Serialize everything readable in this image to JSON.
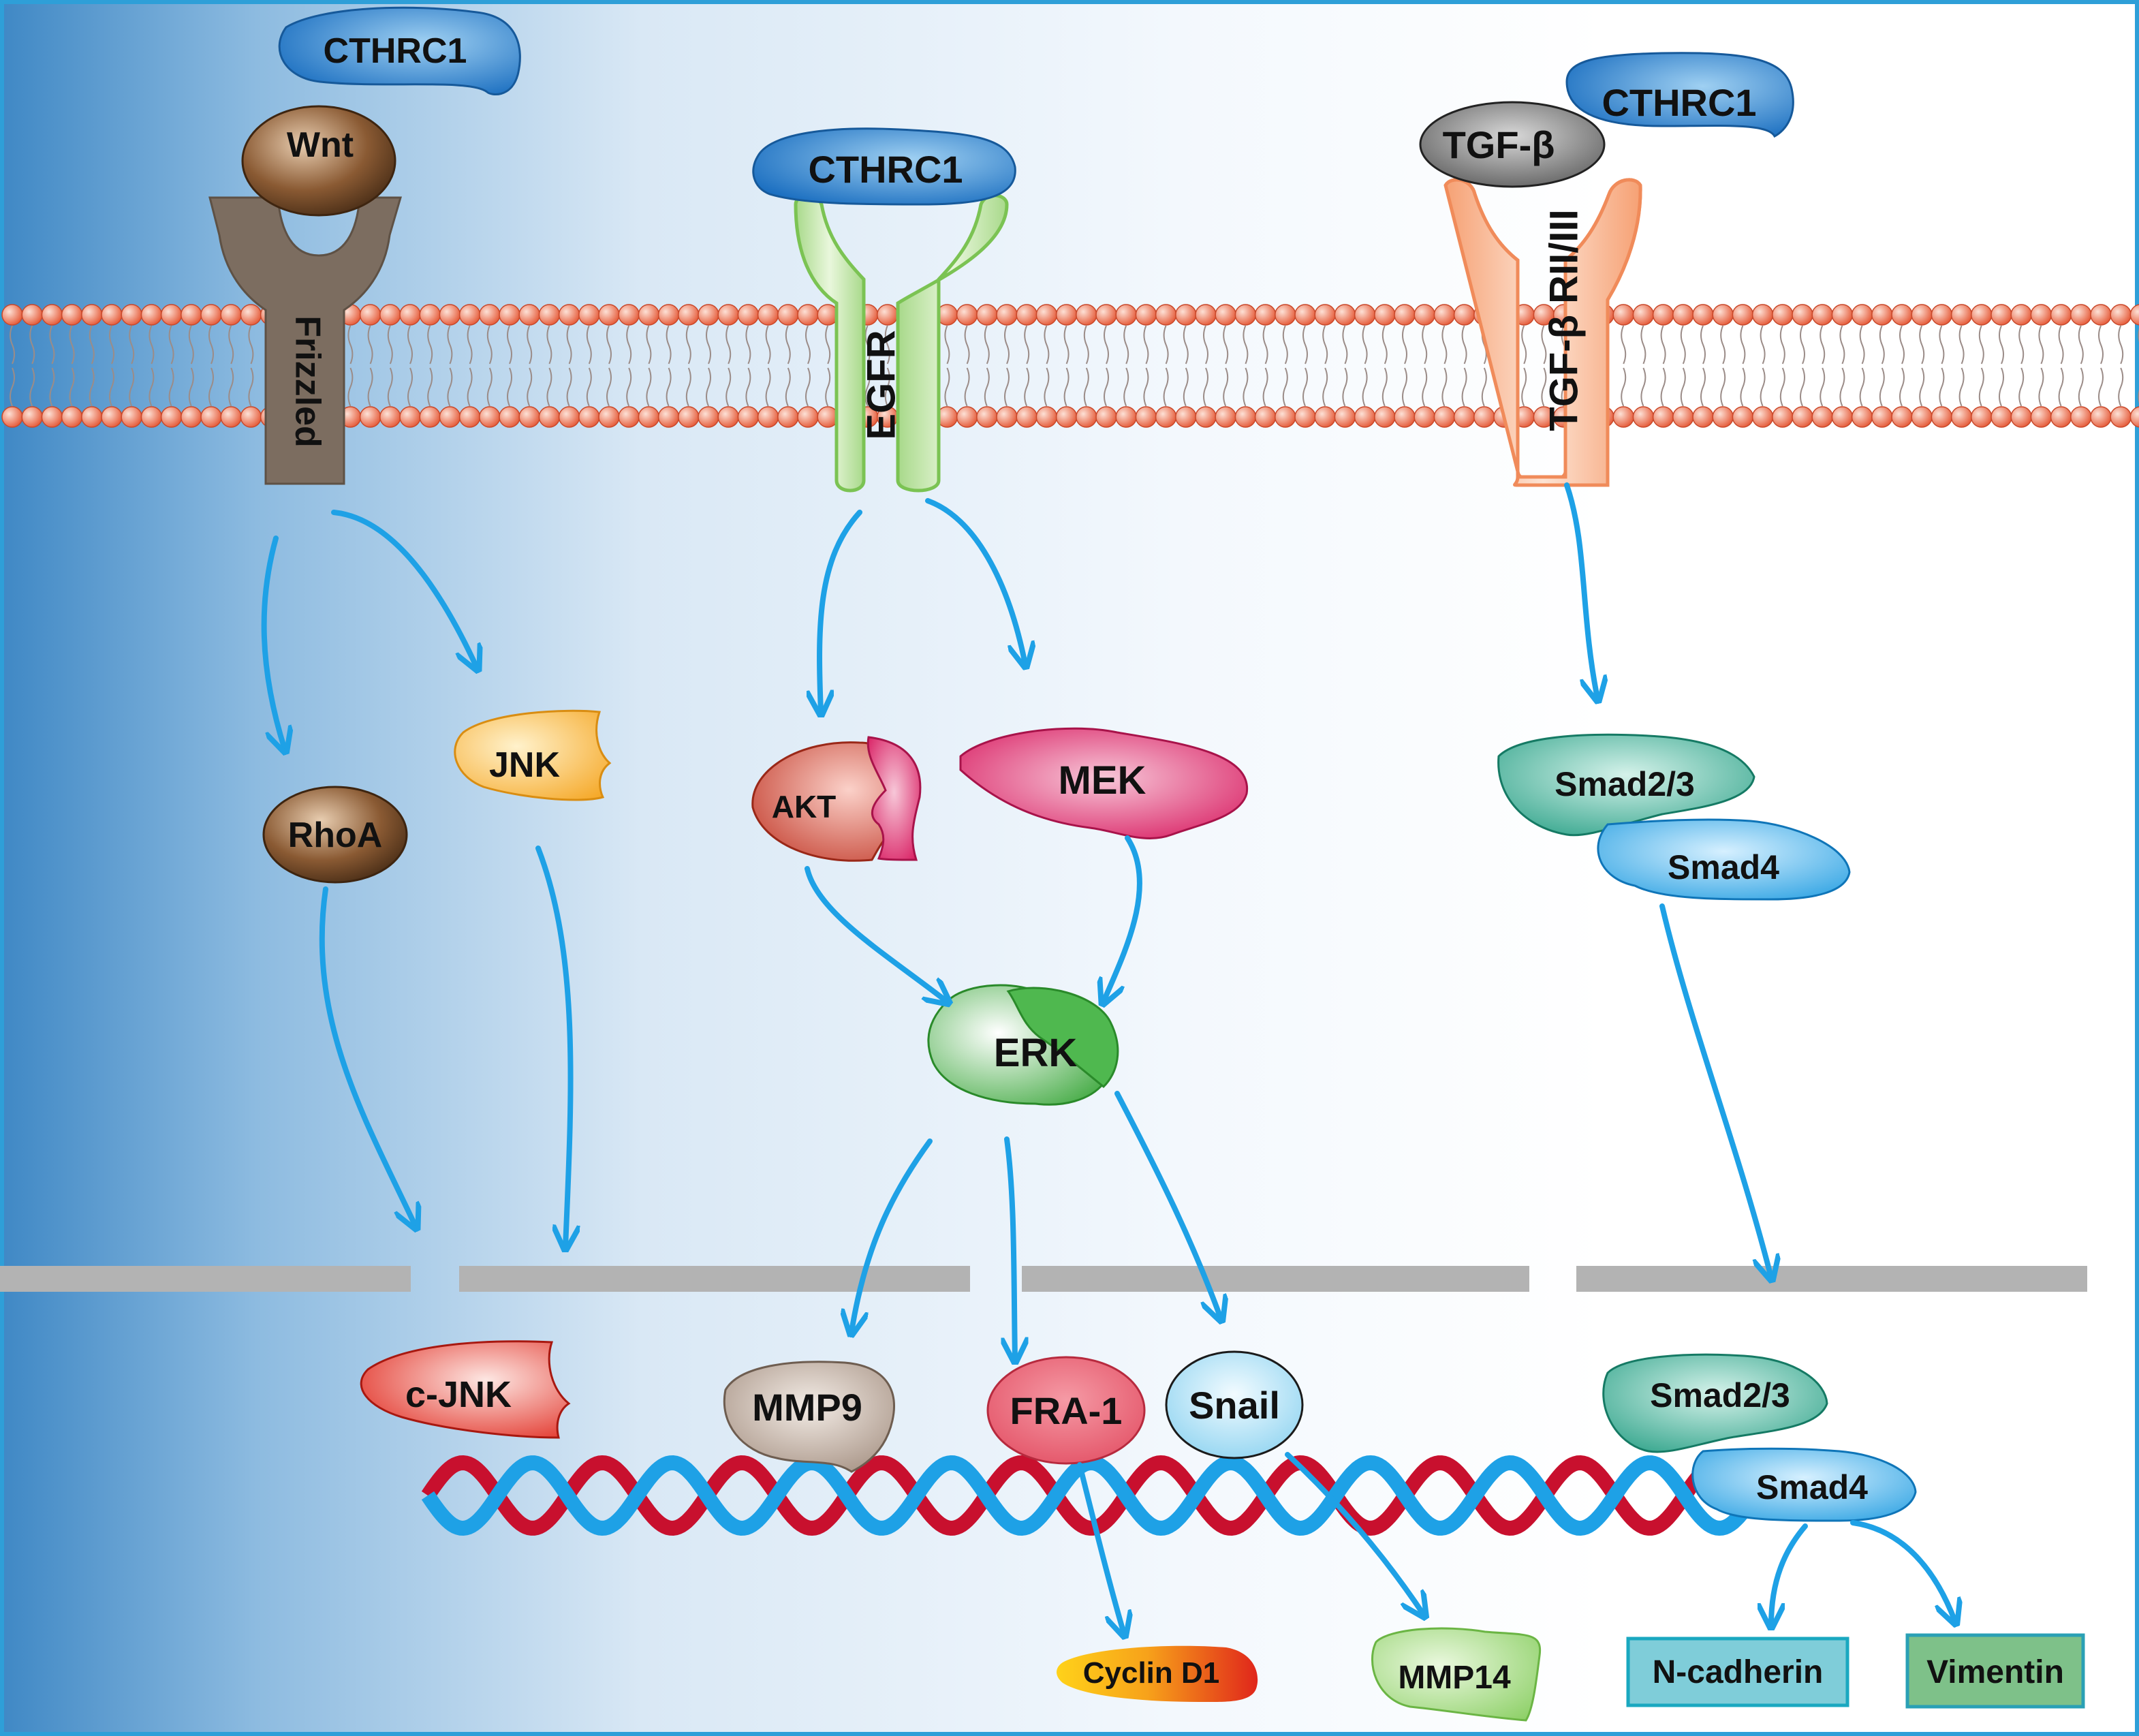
{
  "colors": {
    "background_left": "#3f88c5",
    "background_mid": "#d9e8f5",
    "background_right": "#ffffff",
    "frame": "#2e9fd8",
    "arrow": "#1ea1e6",
    "membrane_head": "#ef6b4a",
    "nuclear_envelope": "#b3b3b3",
    "dna_blue": "#1ea1e6",
    "dna_red": "#c8102e"
  },
  "receptors": {
    "frizzled": "Frizzled",
    "egfr": "EGFR",
    "tgfb_receptor": "TGF-β RII/III"
  },
  "ligands": {
    "cthrc1_left": "CTHRC1",
    "wnt": "Wnt",
    "cthrc1_mid": "CTHRC1",
    "cthrc1_right": "CTHRC1",
    "tgfb": "TGF-β"
  },
  "cytoplasm": {
    "rhoa": "RhoA",
    "jnk": "JNK",
    "akt": "AKT",
    "mek": "MEK",
    "erk": "ERK",
    "smad23": "Smad2/3",
    "smad4": "Smad4"
  },
  "nucleus": {
    "cjnk": "c-JNK",
    "mmp9": "MMP9",
    "fra1": "FRA-1",
    "snail": "Snail",
    "smad23": "Smad2/3",
    "smad4": "Smad4"
  },
  "products": {
    "cyclin_d1": "Cyclin D1",
    "mmp14": "MMP14",
    "n_cadherin": "N-cadherin",
    "vimentin": "Vimentin"
  }
}
